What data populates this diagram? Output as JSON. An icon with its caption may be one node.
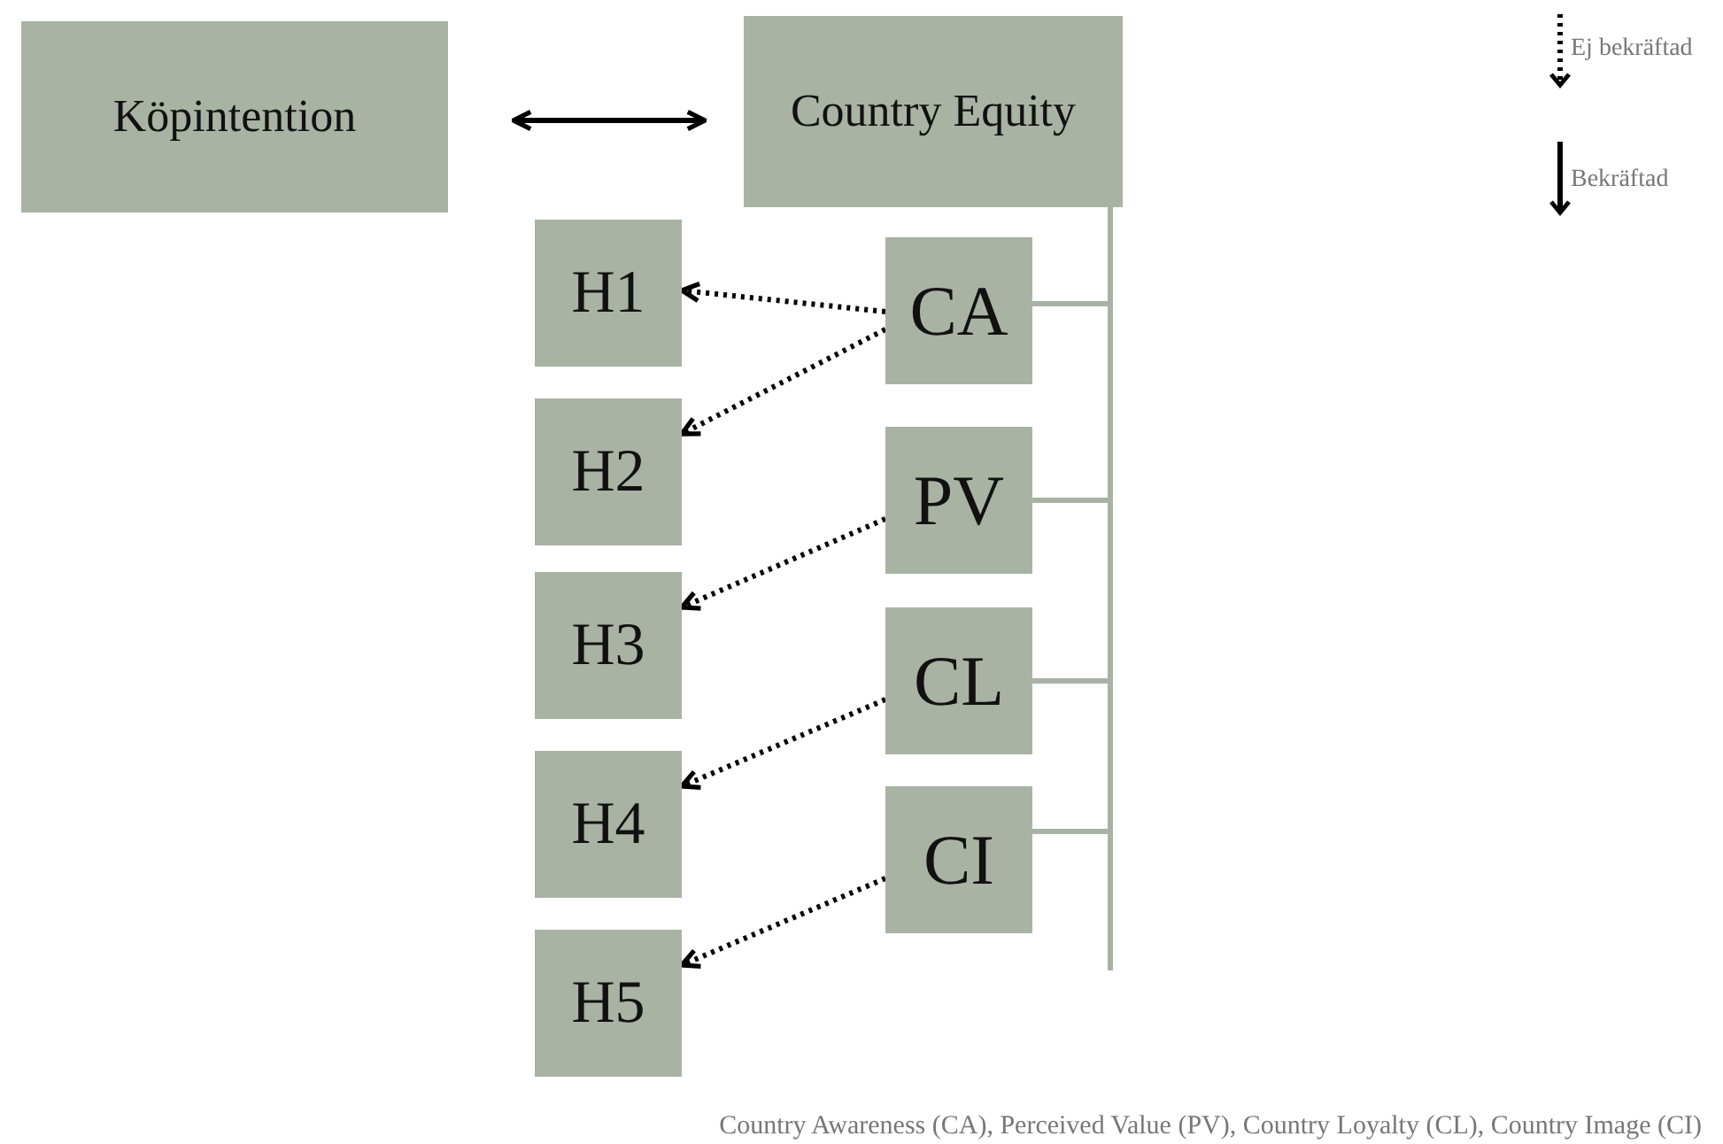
{
  "diagram": {
    "caption": "Country Awareness (CA), Perceived Value (PV), Country Loyalty (CL), Country Image (CI)",
    "nodes": [
      {
        "text": [
          "Köpintention"
        ]
      },
      {
        "text": [
          "Country Equity"
        ]
      },
      {
        "text": [
          "CA"
        ]
      },
      {
        "text": [
          "PV"
        ]
      },
      {
        "text": [
          "CL"
        ]
      },
      {
        "text": [
          "CI"
        ]
      },
      {
        "text": [
          "H1"
        ]
      },
      {
        "text": [
          "H2"
        ]
      },
      {
        "text": [
          "H3"
        ]
      },
      {
        "text": [
          "H4"
        ]
      },
      {
        "text": [
          "H5"
        ]
      }
    ],
    "edges": [
      {
        "from": 0,
        "to": 1,
        "arrow": "both"
      },
      {
        "from": 1,
        "to": 2,
        "arrow": "none",
        "color": "#a9b3a3"
      },
      {
        "from": 1,
        "to": 3,
        "arrow": "none",
        "color": "#a9b3a3"
      },
      {
        "from": 1,
        "to": 4,
        "arrow": "none",
        "color": "#a9b3a3"
      },
      {
        "from": 1,
        "to": 5,
        "arrow": "none",
        "color": "#a9b3a3"
      },
      {
        "from": 2,
        "to": 6,
        "arrow": "to",
        "style": "dashed"
      },
      {
        "from": 2,
        "to": 7,
        "arrow": "to",
        "style": "dashed"
      },
      {
        "from": 3,
        "to": 8,
        "arrow": "to",
        "style": "dashed"
      },
      {
        "from": 4,
        "to": 9,
        "arrow": "to",
        "style": "dashed"
      },
      {
        "from": 5,
        "to": 10,
        "arrow": "to",
        "style": "dashed"
      }
    ],
    "legend": [
      {
        "text": "Ej bekräftad"
      },
      {
        "text": "Bekräftad"
      }
    ]
  }
}
